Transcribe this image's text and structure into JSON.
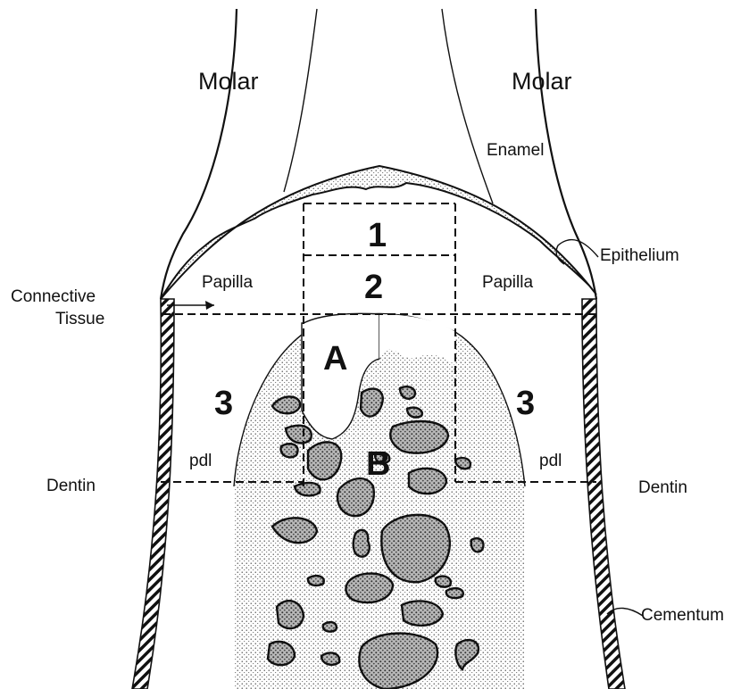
{
  "labels": {
    "molar_left": "Molar",
    "molar_right": "Molar",
    "enamel": "Enamel",
    "epithelium": "Epithelium",
    "papilla_left": "Papilla",
    "papilla_right": "Papilla",
    "connective_line1": "Connective",
    "connective_line2": "Tissue",
    "zone_1": "1",
    "zone_2": "2",
    "zone_3_left": "3",
    "zone_3_right": "3",
    "region_a": "A",
    "region_b": "B",
    "pdl_left": "pdl",
    "pdl_right": "pdl",
    "dentin_left": "Dentin",
    "dentin_right": "Dentin",
    "cementum": "Cementum"
  }
}
